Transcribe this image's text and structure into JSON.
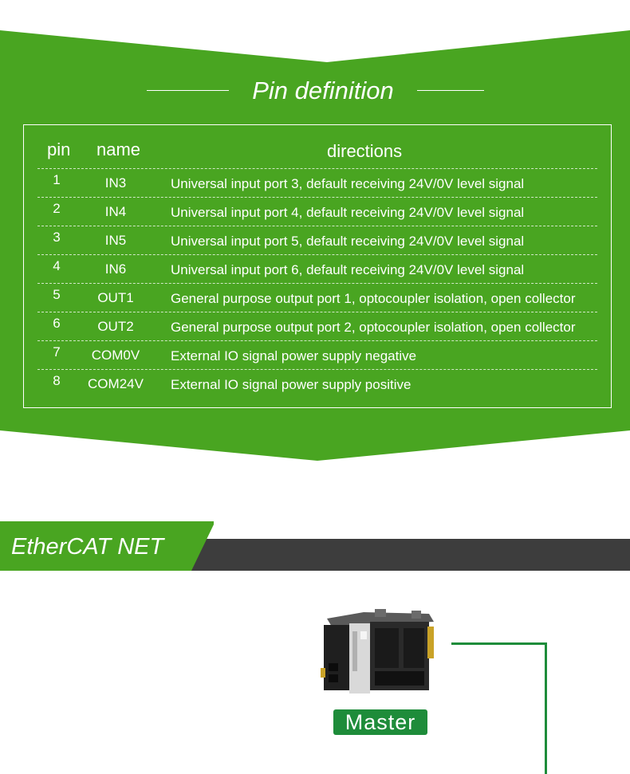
{
  "pin_section": {
    "title": "Pin definition",
    "headers": {
      "pin": "pin",
      "name": "name",
      "directions": "directions"
    },
    "rows": [
      {
        "pin": "1",
        "name": "IN3",
        "direction": "Universal input port 3, default receiving 24V/0V level signal"
      },
      {
        "pin": "2",
        "name": "IN4",
        "direction": "Universal input port 4, default receiving 24V/0V level signal"
      },
      {
        "pin": "3",
        "name": "IN5",
        "direction": "Universal input port 5, default receiving 24V/0V level signal"
      },
      {
        "pin": "4",
        "name": "IN6",
        "direction": "Universal input port 6, default receiving 24V/0V level signal"
      },
      {
        "pin": "5",
        "name": "OUT1",
        "direction": "General purpose output port 1, optocoupler isolation, open collector"
      },
      {
        "pin": "6",
        "name": "OUT2",
        "direction": "General purpose output port 2, optocoupler isolation, open collector"
      },
      {
        "pin": "7",
        "name": "COM0V",
        "direction": "External IO signal power supply negative"
      },
      {
        "pin": "8",
        "name": "COM24V",
        "direction": "External IO signal power supply positive"
      }
    ]
  },
  "ethercat_section": {
    "title": "EtherCAT NET",
    "master_label": "Master"
  },
  "colors": {
    "panel_green": "#49a521",
    "dark_bar": "#3d3d3d",
    "label_green": "#1e8c3a"
  }
}
